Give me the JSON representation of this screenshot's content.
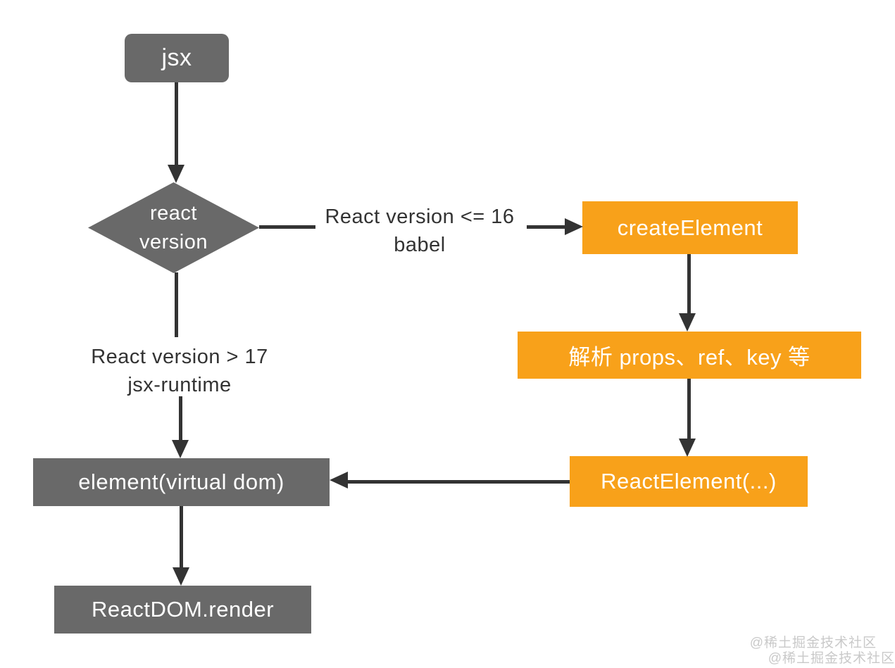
{
  "diagram": {
    "colors": {
      "orange": "#F8A11A",
      "gray": "#696969",
      "line": "#333333",
      "label": "#333333",
      "watermark": "#C9C9C9"
    },
    "nodes": {
      "jsx": {
        "label": "jsx"
      },
      "react_version": {
        "line1": "react",
        "line2": "version"
      },
      "create_element": {
        "label": "createElement"
      },
      "parse_props": {
        "label": "解析 props、ref、key 等"
      },
      "react_element": {
        "label": "ReactElement(...)"
      },
      "element_virtual_dom": {
        "label": "element(virtual dom)"
      },
      "reactdom_render": {
        "label": "ReactDOM.render"
      }
    },
    "edge_labels": {
      "le16": {
        "line1": "React version <= 16",
        "line2": "babel"
      },
      "gt17": {
        "line1": "React version > 17",
        "line2": "jsx-runtime"
      }
    },
    "watermark": {
      "line1": "@稀土掘金技术社区",
      "line2": "@稀土掘金技术社区"
    }
  }
}
